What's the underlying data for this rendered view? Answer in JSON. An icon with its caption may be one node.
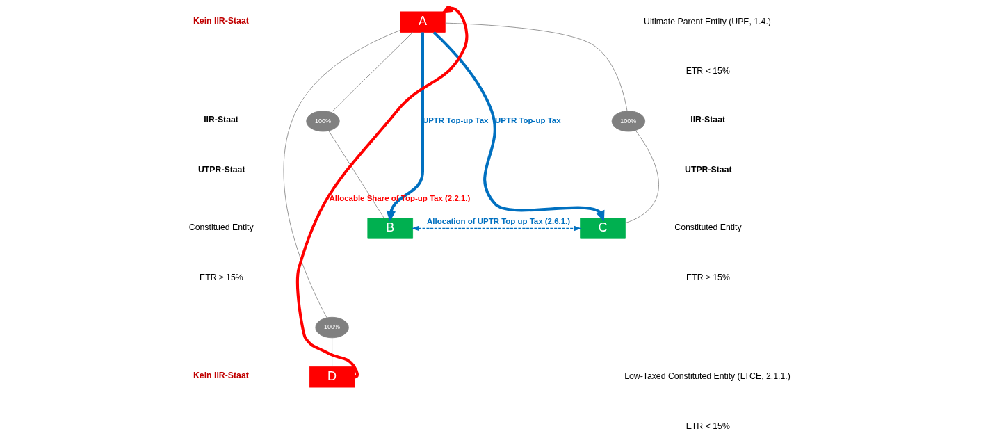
{
  "diagram": {
    "nodes": [
      {
        "text": [
          "A"
        ]
      },
      {
        "text": [
          "100%"
        ]
      },
      {
        "text": [
          "100%"
        ]
      },
      {
        "text": [
          "B"
        ]
      },
      {
        "text": [
          "C"
        ]
      },
      {
        "text": [
          "100%"
        ]
      },
      {
        "text": [
          "D"
        ]
      }
    ],
    "edges": [
      {
        "from": 0,
        "to": 3,
        "arrow": "to",
        "label": "UPTR Top-up Tax",
        "style": "thick",
        "color": "#0070c0"
      },
      {
        "from": 0,
        "to": 4,
        "arrow": "to",
        "label": "UPTR Top-up Tax",
        "style": "thick",
        "color": "#0070c0"
      },
      {
        "from": 3,
        "to": 4,
        "arrow": "both",
        "label": "Allocation of UPTR Top up Tax (2.6.1.)",
        "style": "dashed",
        "color": "#0070c0"
      },
      {
        "from": 6,
        "to": 0,
        "arrow": "to",
        "label": "Allocable Share of Top-up Tax (2.2.1.)",
        "style": "thick",
        "color": "#ff0000"
      },
      {
        "from": 0,
        "to": 1,
        "arrow": "none"
      },
      {
        "from": 1,
        "to": 3,
        "arrow": "none"
      },
      {
        "from": 0,
        "to": 2,
        "arrow": "none"
      },
      {
        "from": 2,
        "to": 4,
        "arrow": "none"
      },
      {
        "from": 0,
        "to": 5,
        "arrow": "none"
      },
      {
        "from": 5,
        "to": 6,
        "arrow": "none"
      }
    ],
    "labels": [
      "Kein IIR-Staat",
      "Ultimate Parent Entity (UPE, 1.4.)",
      "ETR < 15%",
      "IIR-Staat",
      "UTPR-Staat",
      "IIR-Staat",
      "UTPR-Staat",
      "Constitued Entity",
      "ETR ≥ 15%",
      "Constituted Entity",
      "ETR ≥ 15%",
      "Kein IIR-Staat",
      "Low-Taxed Constituted Entity (LTCE, 2.1.1.)",
      "ETR < 15%"
    ]
  }
}
